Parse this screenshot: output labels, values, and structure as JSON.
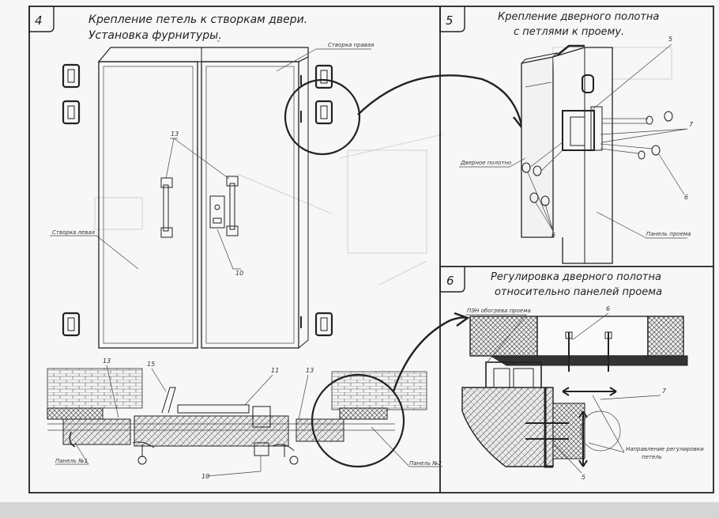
{
  "panels": [
    {
      "number": "4",
      "title_line1": "Крепление петель к створкам двери.",
      "title_line2": "Установка фурнитуры."
    },
    {
      "number": "5",
      "title_line1": "Крепление дверного полотна",
      "title_line2": "с петлями к проему."
    },
    {
      "number": "6",
      "title_line1": "Регулировка дверного полотна",
      "title_line2": "относительно панелей проема"
    }
  ],
  "panel4": {
    "label_right_leaf": "Створка правая",
    "label_left_leaf": "Створка левая",
    "callout_13_top": "13",
    "callout_10_top": "10",
    "callout_13_a": "13",
    "callout_15": "15",
    "callout_11": "11",
    "callout_13_b": "13",
    "callout_10_bottom": "10",
    "label_panel1": "Панель №1",
    "label_panel2": "Панель №2"
  },
  "panel5": {
    "callout_5": "5",
    "callout_7": "7",
    "callout_6_right": "6",
    "callout_6_left": "6",
    "label_door": "Дверное полотно",
    "label_opening": "Панель проема"
  },
  "panel6": {
    "label_heater": "ПЭН обогрева проема",
    "callout_6": "6",
    "callout_7": "7",
    "label_adjust_line1": "Направление регулировки",
    "label_adjust_line2": "петель",
    "callout_5": "5"
  }
}
